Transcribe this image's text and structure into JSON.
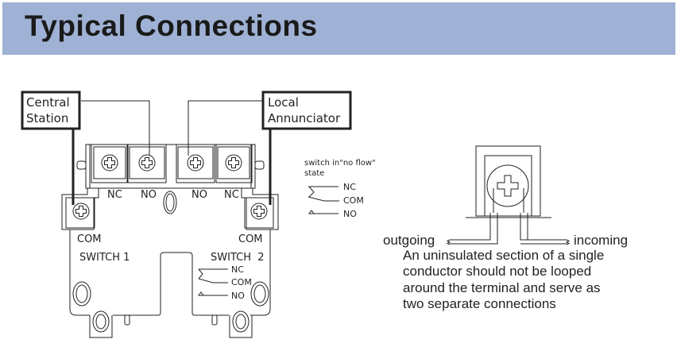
{
  "header": {
    "title": "Typical Connections"
  },
  "left_diagram": {
    "central_station": [
      "Central",
      "Station"
    ],
    "local_annunciator": [
      "Local",
      "Annunciator"
    ],
    "terminal_labels": [
      "NC",
      "NO",
      "NO",
      "NC"
    ],
    "com_left": "COM",
    "com_right": "COM",
    "switch1": "SWITCH 1",
    "switch2": "SWITCH  2",
    "legend_inline": {
      "nc": "NC",
      "com": "COM",
      "no": "NO"
    }
  },
  "legend": {
    "caption_line1": "switch in\"no flow\"",
    "caption_line2": "state",
    "nc": "NC",
    "com": "COM",
    "no": "NO"
  },
  "right_diagram": {
    "outgoing": "outgoing",
    "incoming": "incoming",
    "note_lines": [
      "An uninsulated section of a single",
      "conductor should not be looped",
      "around the terminal and serve as",
      "two separate connections"
    ]
  }
}
